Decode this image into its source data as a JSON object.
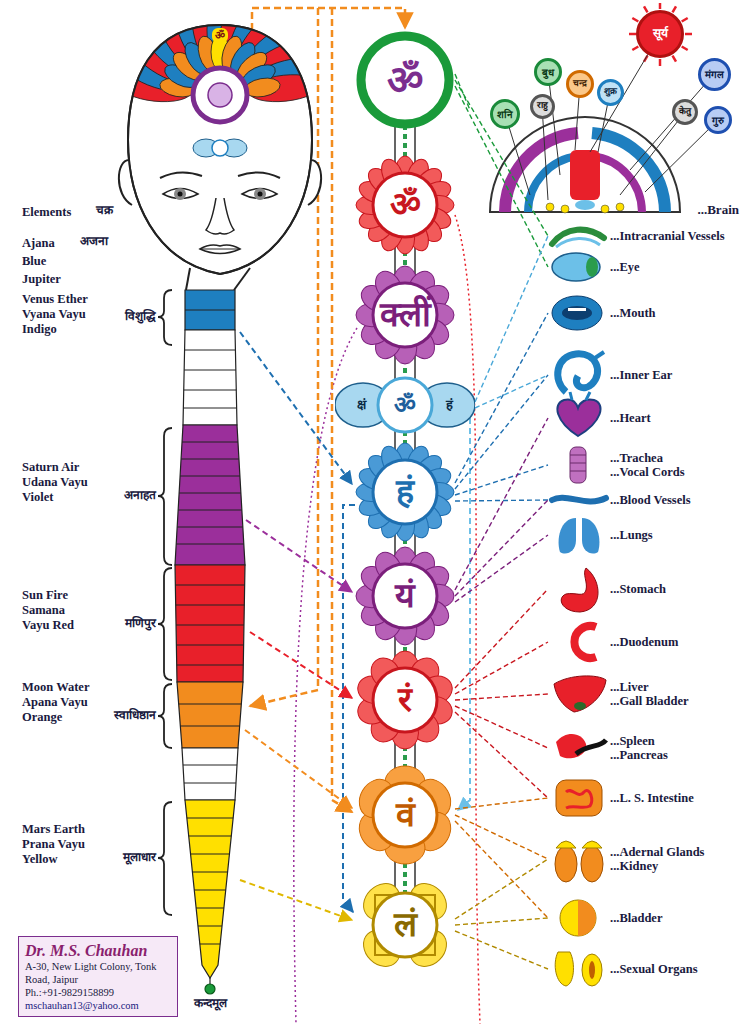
{
  "diagram": {
    "nodes": [
      {
        "text": [
          "ॐ"
        ]
      },
      {
        "text": [
          "ॐ"
        ]
      },
      {
        "text": [
          "क्लीं"
        ]
      },
      {
        "text": [
          "क्षं",
          "ॐ",
          "हं"
        ]
      },
      {
        "text": [
          "हं"
        ]
      },
      {
        "text": [
          "यं"
        ]
      },
      {
        "text": [
          "रं"
        ]
      },
      {
        "text": [
          "वं"
        ]
      },
      {
        "text": [
          "लं"
        ]
      },
      {
        "text": [
          "...Brain"
        ]
      },
      {
        "text": [
          "सूर्य"
        ],
        "in": 9
      },
      {
        "text": [
          "बुध"
        ],
        "in": 9
      },
      {
        "text": [
          "चन्द्र"
        ],
        "in": 9
      },
      {
        "text": [
          "शुक्र"
        ],
        "in": 9
      },
      {
        "text": [
          "मंगल"
        ],
        "in": 9
      },
      {
        "text": [
          "शनि"
        ],
        "in": 9
      },
      {
        "text": [
          "राहु"
        ],
        "in": 9
      },
      {
        "text": [
          "केतु"
        ],
        "in": 9
      },
      {
        "text": [
          "गुरु"
        ],
        "in": 9
      },
      {
        "text": [
          "...Intracranial Vessels"
        ]
      },
      {
        "text": [
          "...Eye"
        ]
      },
      {
        "text": [
          "...Mouth"
        ]
      },
      {
        "text": [
          "...Inner Ear"
        ]
      },
      {
        "text": [
          "...Heart"
        ]
      },
      {
        "text": [
          "...Trachea",
          "...Vocal Cords"
        ]
      },
      {
        "text": [
          "...Blood Vessels"
        ]
      },
      {
        "text": [
          "...Lungs"
        ]
      },
      {
        "text": [
          "...Stomach"
        ]
      },
      {
        "text": [
          "...Duodenum"
        ]
      },
      {
        "text": [
          "...Liver",
          "...Gall Bladder"
        ]
      },
      {
        "text": [
          "...Spleen",
          "...Pancreas"
        ]
      },
      {
        "text": [
          "...L. S. Intestine"
        ]
      },
      {
        "text": [
          "...Adernal Glands",
          "...Kidney"
        ]
      },
      {
        "text": [
          "...Bladder"
        ]
      },
      {
        "text": [
          "...Sexual Organs"
        ]
      },
      {
        "text": [
          "Dr. M.S. Chauhan",
          "A-30, New Light Colony, Tonk Road, Jaipur",
          "Ph.:+91-9829158899",
          "mschauhan13@yahoo.com"
        ]
      }
    ],
    "edges": [
      {
        "from": 0,
        "to": 9,
        "arrow": "none"
      },
      {
        "from": 0,
        "to": 19,
        "arrow": "none"
      },
      {
        "from": 0,
        "to": 20,
        "arrow": "none"
      },
      {
        "from": 3,
        "to": 19,
        "arrow": "none"
      },
      {
        "from": 3,
        "to": 22,
        "arrow": "none"
      },
      {
        "from": 4,
        "to": 21,
        "arrow": "none"
      },
      {
        "from": 4,
        "to": 22,
        "arrow": "none"
      },
      {
        "from": 4,
        "to": 24,
        "arrow": "none"
      },
      {
        "from": 4,
        "to": 25,
        "arrow": "none"
      },
      {
        "from": 5,
        "to": 23,
        "arrow": "none"
      },
      {
        "from": 5,
        "to": 25,
        "arrow": "none"
      },
      {
        "from": 5,
        "to": 26,
        "arrow": "none"
      },
      {
        "from": 6,
        "to": 27,
        "arrow": "none"
      },
      {
        "from": 6,
        "to": 28,
        "arrow": "none"
      },
      {
        "from": 6,
        "to": 29,
        "arrow": "none"
      },
      {
        "from": 6,
        "to": 30,
        "arrow": "none"
      },
      {
        "from": 6,
        "to": 31,
        "arrow": "none"
      },
      {
        "from": 7,
        "to": 31,
        "arrow": "none"
      },
      {
        "from": 7,
        "to": 32,
        "arrow": "none"
      },
      {
        "from": 7,
        "to": 33,
        "arrow": "none"
      },
      {
        "from": 8,
        "to": 32,
        "arrow": "none"
      },
      {
        "from": 8,
        "to": 33,
        "arrow": "none"
      },
      {
        "from": 8,
        "to": 34,
        "arrow": "none"
      }
    ],
    "labels": [
      "Elements",
      "चक्र",
      "Ajana",
      "अजना",
      "Blue",
      "Jupiter",
      "Venus Ether Vyana Vayu Indigo",
      "विशुद्धि",
      "Saturn Air Udana Vayu Violet",
      "अनाहत",
      "Sun Fire Samana Vayu Red",
      "मणिपुर",
      "Moon Water Apana Vayu Orange",
      "स्वाधिष्ठान",
      "Mars Earth Prana Vayu Yellow",
      "मूलाधार",
      "कन्दमूल",
      "ॐ"
    ]
  }
}
